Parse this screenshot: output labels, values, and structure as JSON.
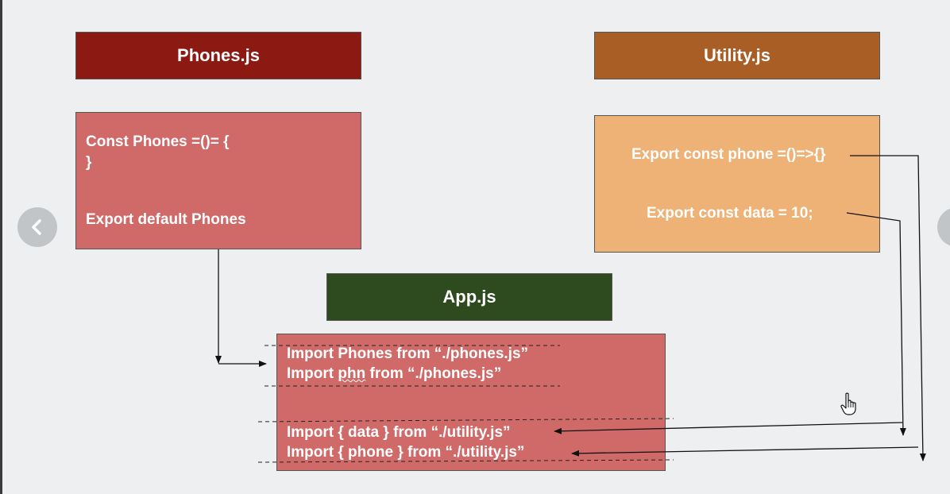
{
  "phones": {
    "title": "Phones.js",
    "line1": "Const Phones =()= {",
    "line2": "}",
    "line3": "Export default Phones"
  },
  "utility": {
    "title": "Utility.js",
    "line1": "Export const phone =()=>{}",
    "line2": "Export const data = 10;"
  },
  "app": {
    "title": "App.js",
    "line1": "Import Phones from “./phones.js”",
    "line2_a": "Import ",
    "line2_b": "phn",
    "line2_c": " from “./phones.js”",
    "line3": "Import { data } from “./utility.js”",
    "line4": "Import { phone } from “./utility.js”"
  },
  "colors": {
    "phones_title_bg": "#8c1a12",
    "utility_title_bg": "#a85e25",
    "app_title_bg": "#2e4a1f",
    "phones_body_bg": "#d06a69",
    "utility_body_bg": "#eeb276",
    "app_body_bg": "#d06a69"
  },
  "icons": {
    "prev": "chevron-left-icon",
    "next": "chevron-right-icon",
    "cursor": "hand-pointer-icon"
  }
}
